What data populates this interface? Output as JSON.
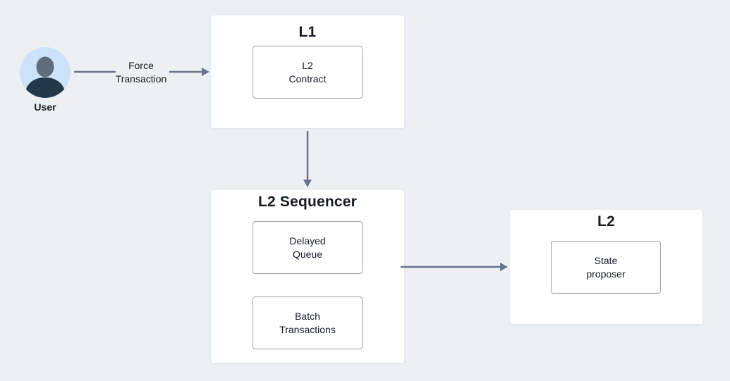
{
  "colors": {
    "background": "#ecf0f3",
    "panel": "#ffffff",
    "arrow": "#68758a",
    "box_border": "#9ba3ac",
    "text": "#151c26",
    "avatar_bg": "#cbe2f8",
    "avatar_head": "#5d6d7c",
    "avatar_body": "#233949"
  },
  "diagram": {
    "user": {
      "label": "User"
    },
    "edge_user_to_l1": {
      "label": "Force\nTransaction"
    },
    "l1_panel": {
      "title": "L1",
      "l2_contract_box": {
        "label": "L2\nContract"
      }
    },
    "l2_sequencer_panel": {
      "title": "L2 Sequencer",
      "delayed_queue_box": {
        "label": "Delayed\nQueue"
      },
      "batch_transactions_box": {
        "label": "Batch\nTransactions"
      }
    },
    "l2_panel": {
      "title": "L2",
      "state_proposer_box": {
        "label": "State\nproposer"
      }
    }
  }
}
